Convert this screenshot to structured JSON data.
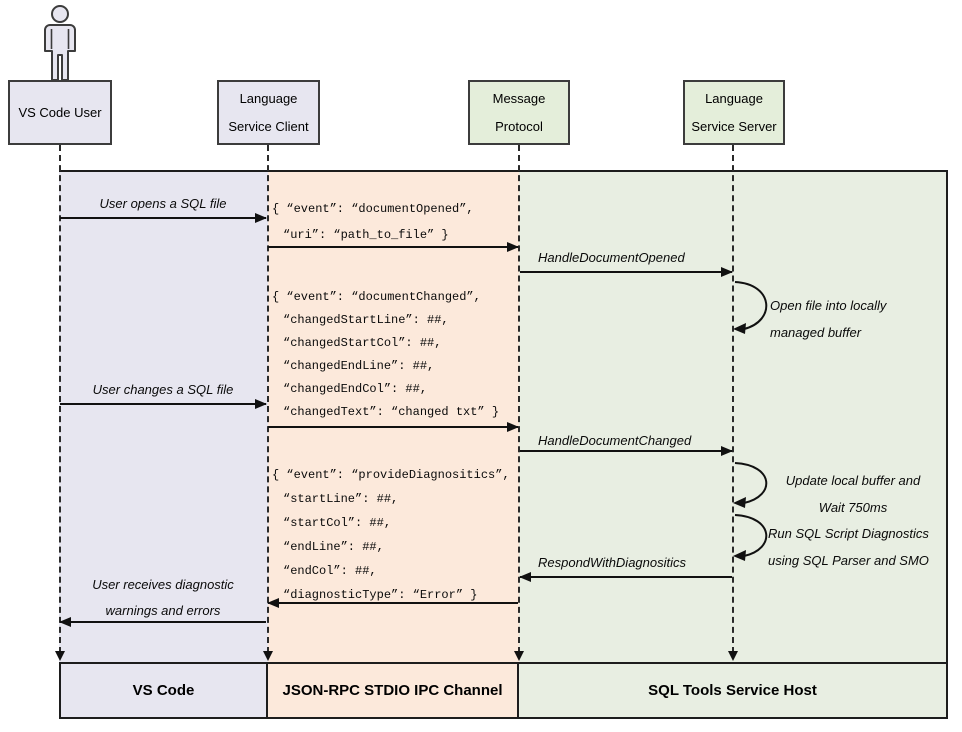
{
  "actors": [
    {
      "label": "VS Code User"
    },
    {
      "label": "Language\nService Client"
    },
    {
      "label": "Message\nProtocol"
    },
    {
      "label": "Language\nService Server"
    }
  ],
  "user_lane": {
    "opens_label": "User opens a SQL file",
    "changes_label": "User changes a SQL file",
    "receives_label": "User receives diagnostic\nwarnings and errors"
  },
  "ipc_messages": {
    "document_opened": {
      "lines": [
        "{ “event”: “documentOpened”,",
        "“uri”: “path_to_file” }"
      ]
    },
    "document_changed": {
      "lines": [
        "{ “event”: “documentChanged”,",
        "“changedStartLine”: ##,",
        "“changedStartCol”: ##,",
        "“changedEndLine”: ##,",
        "“changedEndCol”: ##,",
        "“changedText”: “changed txt” }"
      ]
    },
    "provide_diagnostics": {
      "lines": [
        "{ “event”: “provideDiagnositics”,",
        "“startLine”: ##,",
        "“startCol”: ##,",
        "“endLine”: ##,",
        "“endCol”: ##,",
        "“diagnosticType”: “Error” }"
      ]
    }
  },
  "server_lane": {
    "handle_opened_label": "HandleDocumentOpened",
    "handle_changed_label": "HandleDocumentChanged",
    "respond_label": "RespondWithDiagnositics",
    "notes": {
      "open_file": "Open file into locally\nmanaged buffer",
      "update_buffer": "Update local buffer and\nWait 750ms",
      "run_diagnostics": "Run SQL Script Diagnostics\nusing SQL Parser and SMO"
    }
  },
  "footer": {
    "vscode": "VS Code",
    "ipc": "JSON-RPC STDIO IPC Channel",
    "host": "SQL Tools Service Host"
  },
  "colors": {
    "lavender": "#e7e6f0",
    "peach": "#fce9db",
    "green_band": "#e8eee2",
    "green_box": "#e4eeda",
    "line": "#111111"
  }
}
